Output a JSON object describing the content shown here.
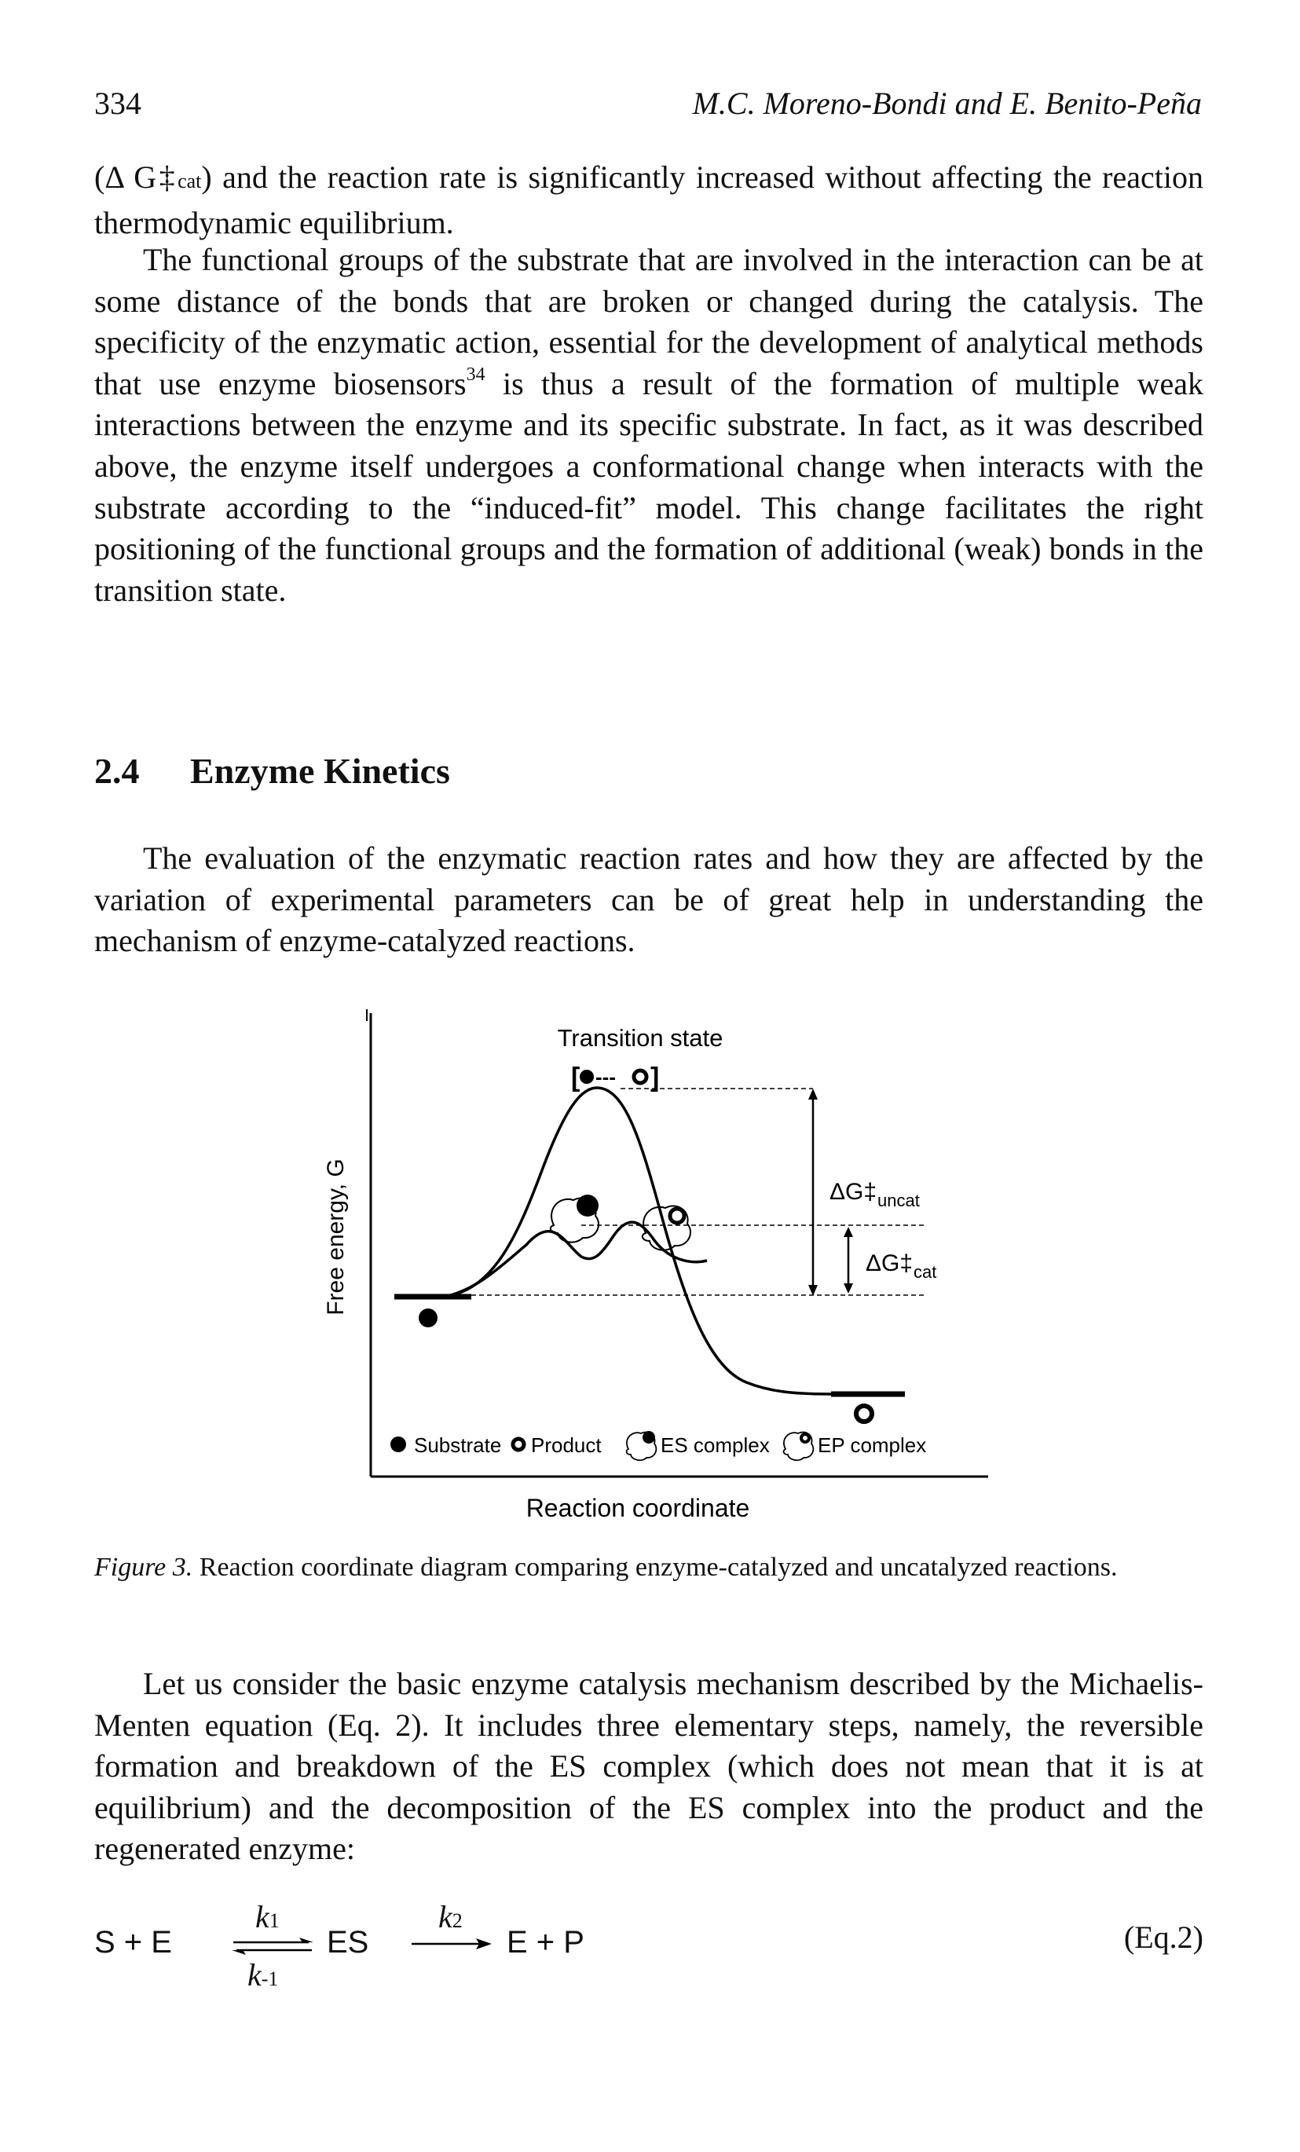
{
  "header": {
    "page_number": "334",
    "authors": "M.C. Moreno-Bondi and E. Benito-Peña"
  },
  "para1": {
    "delta": "(Δ G‡",
    "sub": "cat",
    "rest": ") and the reaction rate is significantly increased without affecting the reaction thermodynamic equilibrium."
  },
  "para2": {
    "text_a": "The functional groups of the substrate that are involved in the interaction can be at some distance of the bonds that are broken or changed during the catalysis. The specificity of the enzymatic action, essential for the development of analytical methods that use enzyme biosensors",
    "ref": "34",
    "text_b": " is thus a result of the formation of multiple weak interactions between the enzyme and its specific substrate. In fact, as it was described above, the enzyme itself undergoes a conformational change when interacts with the substrate according to the “induced-fit” model. This change facilitates the right positioning of the functional groups and the formation of additional (weak) bonds in the transition state."
  },
  "section": {
    "number": "2.4",
    "title": "Enzyme Kinetics"
  },
  "para3": {
    "text": "The evaluation of the enzymatic reaction rates and how they are affected by the variation of experimental parameters can be of great help in understanding the mechanism of enzyme-catalyzed reactions."
  },
  "figure": {
    "ylabel": "Free energy, G",
    "xlabel": "Reaction coordinate",
    "transition_label": "Transition state",
    "transition_mid": "---",
    "dg_uncat_main": "ΔG‡",
    "dg_uncat_sub": "uncat",
    "dg_cat_main": "ΔG‡",
    "dg_cat_sub": "cat",
    "legend": {
      "substrate": "Substrate",
      "product": "Product",
      "es": "ES complex",
      "ep": "EP complex"
    },
    "caption_label": "Figure 3.",
    "caption_text": " Reaction coordinate diagram comparing enzyme-catalyzed and uncatalyzed reactions."
  },
  "para4": {
    "text": "Let us consider the basic enzyme catalysis mechanism described by the Michaelis-Menten equation (Eq. 2). It includes three elementary steps, namely, the reversible formation and breakdown of the ES complex (which does not mean that it is at equilibrium) and the decomposition of the ES complex into the product and the regenerated enzyme:"
  },
  "equation": {
    "left": "S + E",
    "k1": "k",
    "k1_sub": "1",
    "km1": "k",
    "km1_sub": "-1",
    "mid": "ES",
    "k2": "k",
    "k2_sub": "2",
    "right": "E + P",
    "tag": "(Eq.2)"
  }
}
